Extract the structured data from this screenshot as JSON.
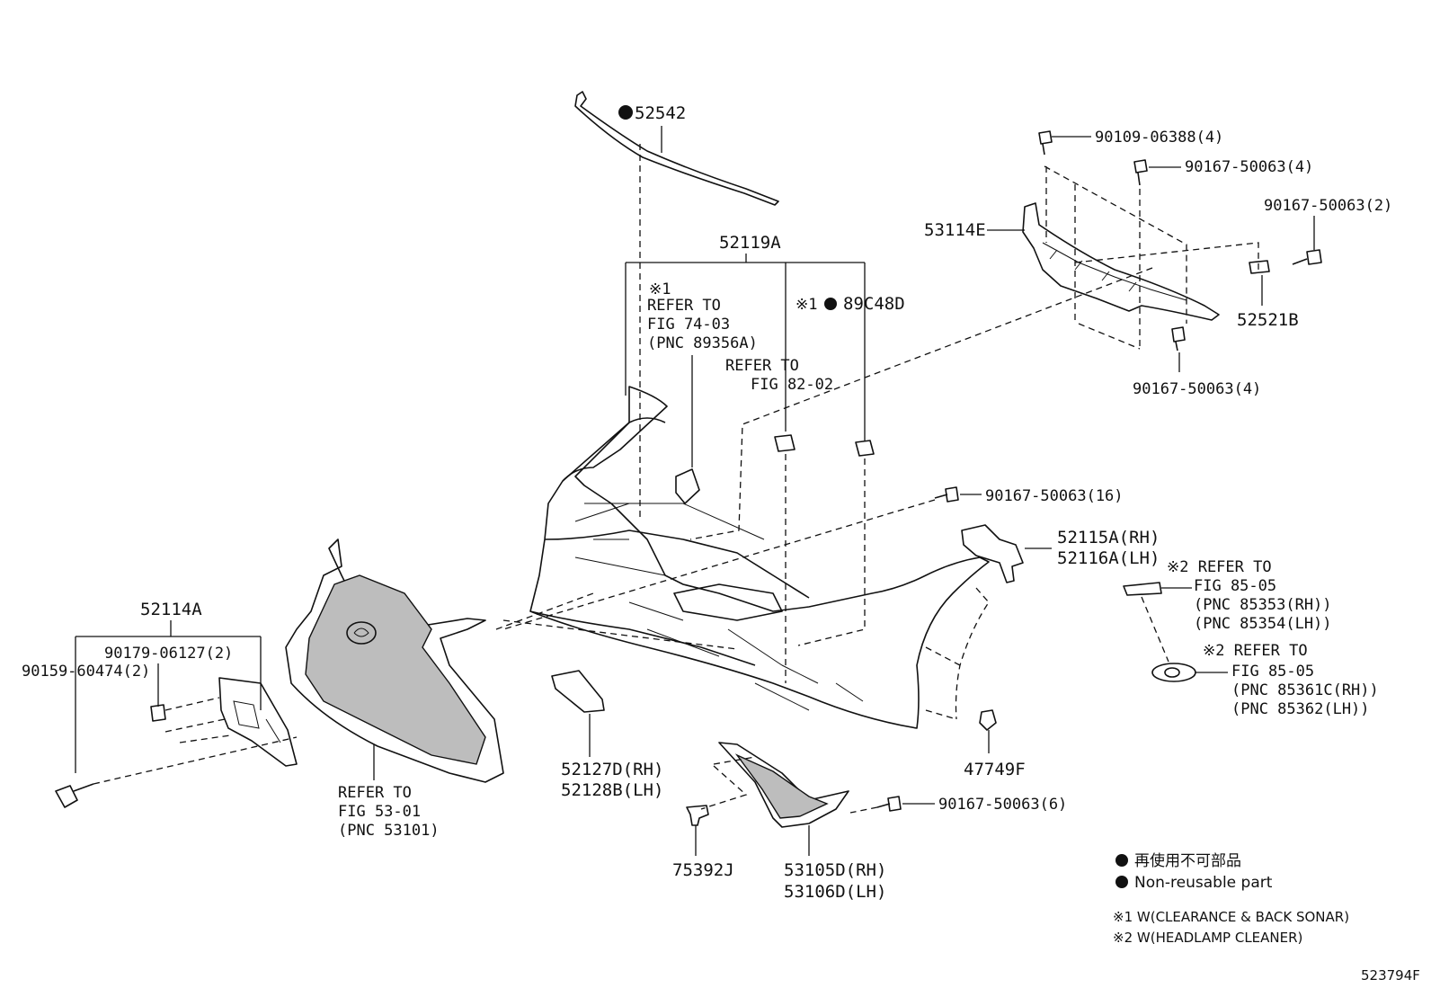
{
  "labels": {
    "p52542": "52542",
    "p52119A": "52119A",
    "p89C48D": "89C48D",
    "note1_mark": "※1",
    "note1_line1": "REFER TO",
    "note1_line2": "FIG 74-03",
    "note1_line3": "(PNC 89356A)",
    "note89_mark": "※1",
    "note2_line1": "REFER TO",
    "note2_line2": "FIG 82-02",
    "p90109_06388": "90109-06388(4)",
    "p90167_50063_4a": "90167-50063(4)",
    "p90167_50063_2": "90167-50063(2)",
    "p53114E": "53114E",
    "p52521B": "52521B",
    "p90167_50063_4b": "90167-50063(4)",
    "p90167_50063_16": "90167-50063(16)",
    "p52115A": "52115A(RH)",
    "p52116A": "52116A(LH)",
    "note3_line1": "※2 REFER TO",
    "note3_line2": "FIG 85-05",
    "note3_line3": "(PNC 85353(RH))",
    "note3_line4": "(PNC 85354(LH))",
    "note4_line1": "※2 REFER TO",
    "note4_line2": "FIG 85-05",
    "note4_line3": "(PNC 85361C(RH))",
    "note4_line4": "(PNC 85362(LH))",
    "p52114A": "52114A",
    "p90179_06127": "90179-06127(2)",
    "p90159_60474": "90159-60474(2)",
    "note5_line1": "REFER TO",
    "note5_line2": "FIG 53-01",
    "note5_line3": "(PNC 53101)",
    "p52127D": "52127D(RH)",
    "p52128B": "52128B(LH)",
    "p47749F": "47749F",
    "p90167_50063_6": "90167-50063(6)",
    "p75392J": "75392J",
    "p53105D": "53105D(RH)",
    "p53106D": "53106D(LH)"
  },
  "legend": {
    "nonreusable_jp": "再使用不可部品",
    "nonreusable_en": "Non-reusable part",
    "note1": "※1 W(CLEARANCE & BACK SONAR)",
    "note2": "※2 W(HEADLAMP CLEANER)"
  },
  "figure_id": "523794F"
}
